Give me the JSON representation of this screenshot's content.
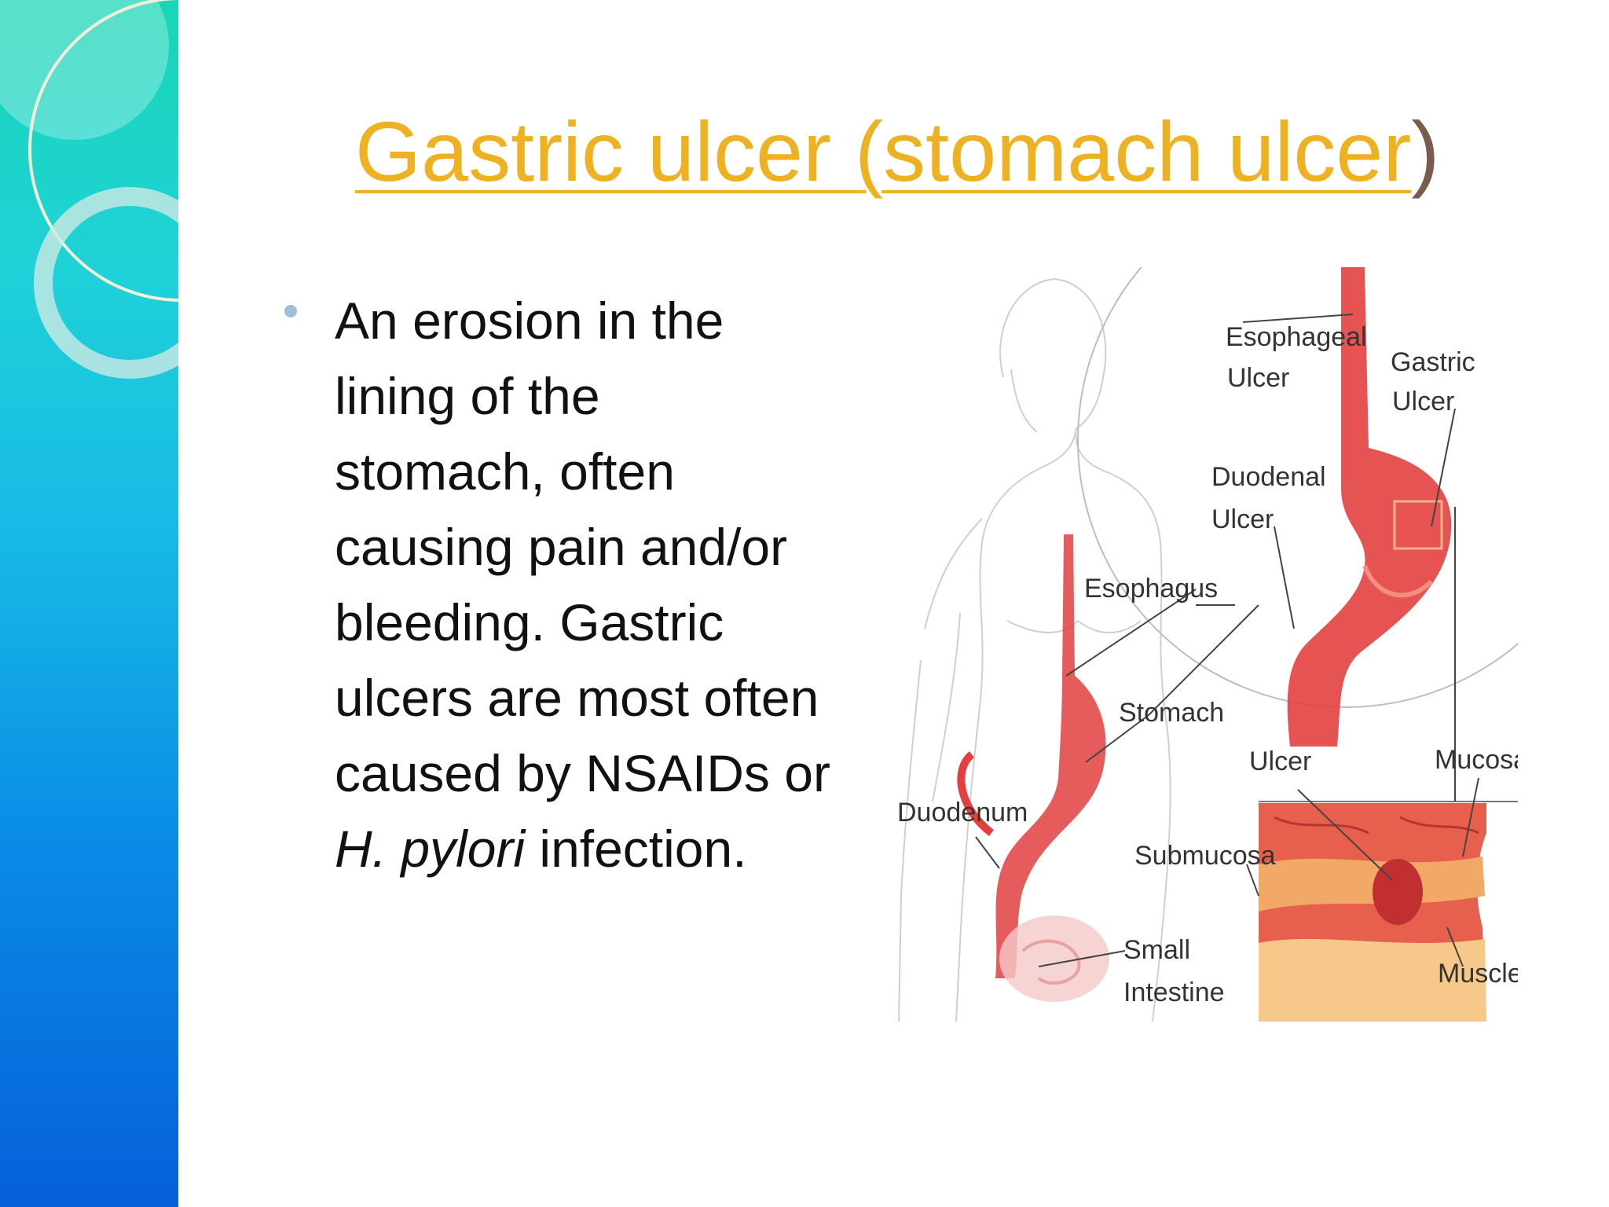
{
  "slide": {
    "title": "Gastric ulcer (stomach ulcer",
    "title_close_paren": ")",
    "body_lines": [
      "An erosion in the",
      "lining of the",
      "stomach, often",
      "causing pain and/or",
      "bleeding. Gastric",
      "ulcers are most often",
      "caused by NSAIDs or"
    ],
    "body_italic": "H. pylori",
    "body_end": " infection."
  },
  "figure": {
    "labels": {
      "esophageal": [
        "Esophageal",
        "Ulcer"
      ],
      "gastric": [
        "Gastric",
        "Ulcer"
      ],
      "duodenal": [
        "Duodenal",
        "Ulcer"
      ],
      "esophagus": "Esophagus",
      "stomach": "Stomach",
      "duodenum": "Duodenum",
      "ulcer": "Ulcer",
      "mucosa": "Mucosa",
      "submucosa": "Submucosa",
      "small_intestine": [
        "Small",
        "Intestine"
      ],
      "muscle": "Muscle"
    }
  },
  "colors": {
    "title": "#eeb121",
    "title_paren": "#7a5c4d",
    "bullet": "#9fc0d9",
    "organ_red": "#e2403f",
    "sidebar_top": "#18d6b4",
    "sidebar_bottom": "#0660d9"
  }
}
